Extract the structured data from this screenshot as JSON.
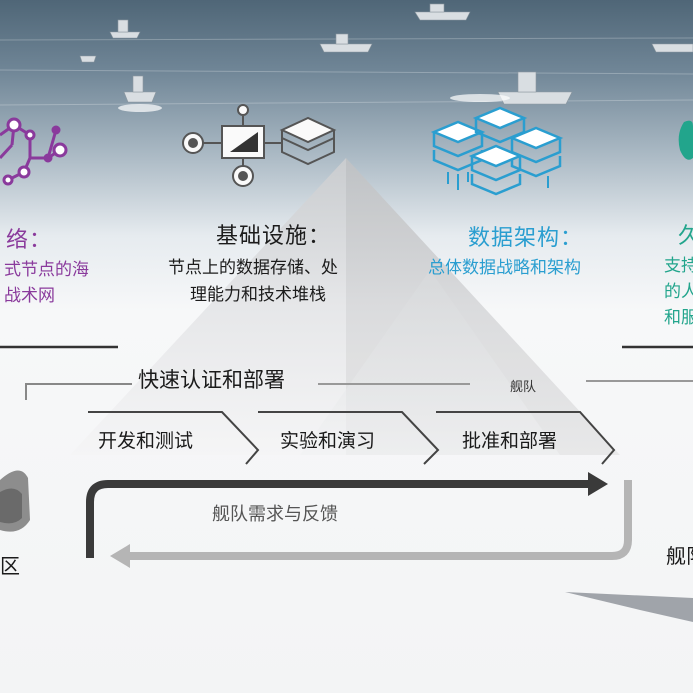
{
  "columns": [
    {
      "title": "络：",
      "desc1": "式节点的海",
      "desc2": "战术网",
      "color": "#8a3a9c",
      "icon": "network-nodes-icon"
    },
    {
      "title": "基础设施：",
      "desc1": "节点上的数据存储、处",
      "desc2": "理能力和技术堆栈",
      "color": "#1c1c1c",
      "icon": "server-stack-icon"
    },
    {
      "title": "数据架构：",
      "desc1": "总体数据战略和架构",
      "desc2": "",
      "color": "#2a9ed0",
      "icon": "data-cubes-icon"
    },
    {
      "title": "久",
      "desc1": "支持",
      "desc2": "的人",
      "desc3": "和服",
      "color": "#22a58c",
      "icon": "teal-badge-icon"
    }
  ],
  "process": {
    "title": "快速认证和部署",
    "fleet_small": "舰队",
    "stages": [
      "开发和测试",
      "实验和演习",
      "批准和部署"
    ],
    "feedback": "舰队需求与反馈",
    "left_label": "区",
    "right_label": "舰队"
  },
  "colors": {
    "purple": "#8a3a9c",
    "cyan": "#2a9ed0",
    "teal": "#22a58c",
    "arrow_dark": "#3a3a3a",
    "arrow_light": "#b5b5b5"
  }
}
